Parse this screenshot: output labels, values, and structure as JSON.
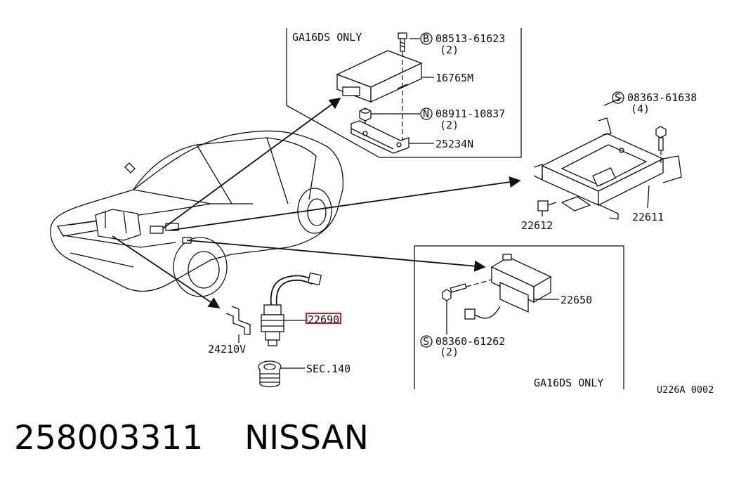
{
  "panels": {
    "top": {
      "note": "GA16DS ONLY"
    },
    "bottom": {
      "note": "GA16DS ONLY"
    }
  },
  "fasteners": [
    {
      "symbol": "B",
      "part": "08513-61623",
      "qty": "(2)"
    },
    {
      "symbol": "N",
      "part": "08911-10837",
      "qty": "(2)"
    },
    {
      "symbol": "S",
      "part": "08363-61638",
      "qty": "(4)"
    },
    {
      "symbol": "S",
      "part": "08360-61262",
      "qty": "(2)"
    }
  ],
  "labels": {
    "ecu_module": "16765M",
    "bracket": "25234N",
    "ecm": "22611",
    "connector": "22612",
    "sensor_box": "22650",
    "sensor": "22690",
    "bracket_small": "24210V",
    "section_ref": "SEC.140",
    "diagram_code": "U226A 0002"
  },
  "highlight_color": "#e0161b",
  "footer": {
    "part_number": "258003311",
    "brand": "NISSAN"
  }
}
